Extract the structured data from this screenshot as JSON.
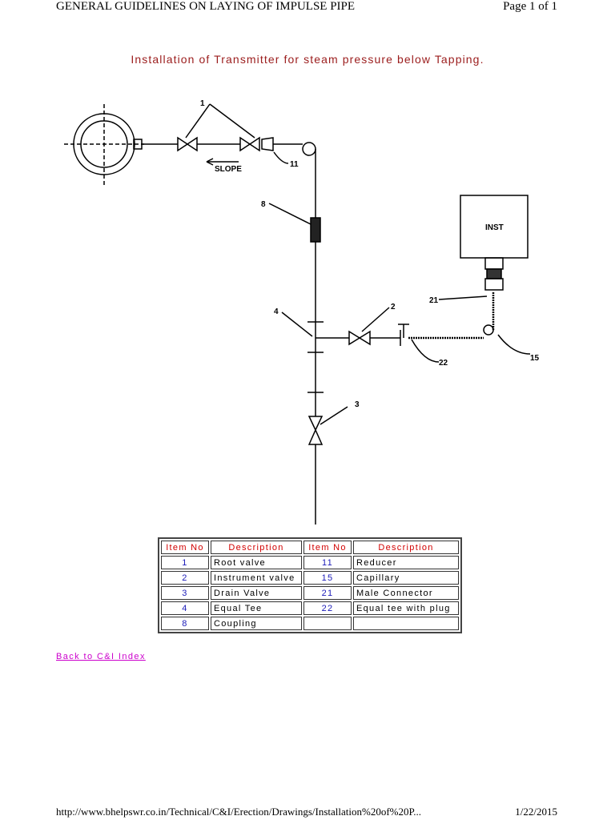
{
  "header": {
    "doc_title": "GENERAL GUIDELINES ON LAYING OF IMPULSE PIPE",
    "page_info": "Page 1 of 1"
  },
  "title": "Installation of Transmitter for steam pressure below Tapping.",
  "diagram": {
    "slope_label": "SLOPE",
    "inst_label": "INST",
    "callouts": [
      "1",
      "11",
      "8",
      "4",
      "2",
      "21",
      "15",
      "22",
      "3"
    ]
  },
  "table": {
    "headers": [
      "Item No",
      "Description",
      "Item No",
      "Description"
    ],
    "rows": [
      [
        "1",
        "Root valve",
        "11",
        "Reducer"
      ],
      [
        "2",
        "Instrument valve",
        "15",
        "Capillary"
      ],
      [
        "3",
        "Drain Valve",
        "21",
        "Male Connector"
      ],
      [
        "4",
        "Equal Tee",
        "22",
        "Equal tee with plug"
      ],
      [
        "8",
        "Coupling",
        "",
        ""
      ]
    ]
  },
  "back_link": "Back to C&I Index",
  "footer": {
    "url": "http://www.bhelpswr.co.in/Technical/C&I/Erection/Drawings/Installation%20of%20P...",
    "date": "1/22/2015"
  }
}
